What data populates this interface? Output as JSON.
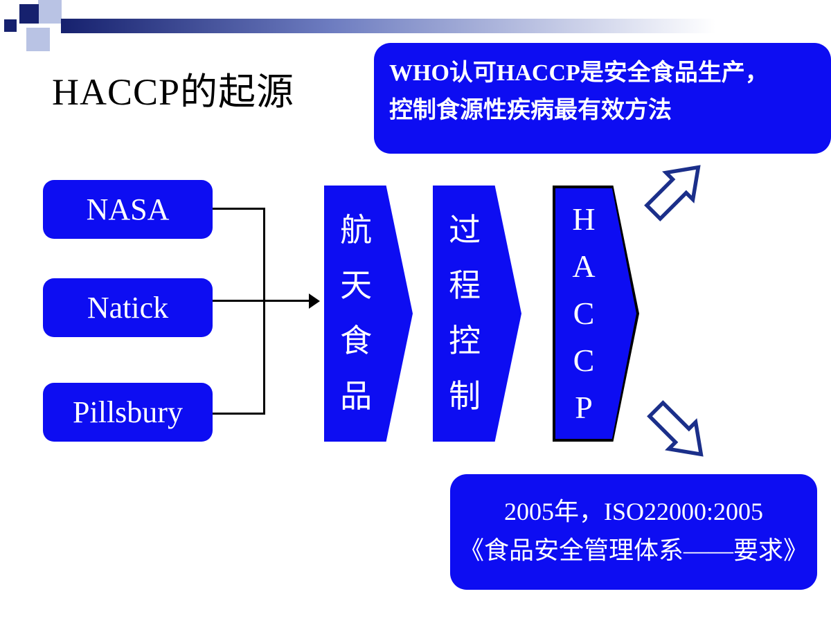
{
  "slide": {
    "title": "HACCP的起源"
  },
  "who_note": {
    "line1": "WHO认可HACCP是安全食品生产，",
    "line2": "控制食源性疾病最有效方法"
  },
  "sources": [
    {
      "label": "NASA"
    },
    {
      "label": "Natick"
    },
    {
      "label": "Pillsbury"
    }
  ],
  "flow": [
    {
      "vertical_text": "航\n天\n食\n品"
    },
    {
      "vertical_text": "过\n程\n控\n制"
    },
    {
      "vertical_text": "H\nA\nC\nC\nP"
    }
  ],
  "iso_note": {
    "line1": "2005年，ISO22000:2005",
    "line2": "《食品安全管理体系——要求》"
  },
  "colors": {
    "box_blue": "#0d0df2",
    "arrow_outline": "#1b2f8a",
    "bar_navy": "#16216e",
    "decor_light": "#b9c3e4",
    "line_black": "#000000"
  }
}
